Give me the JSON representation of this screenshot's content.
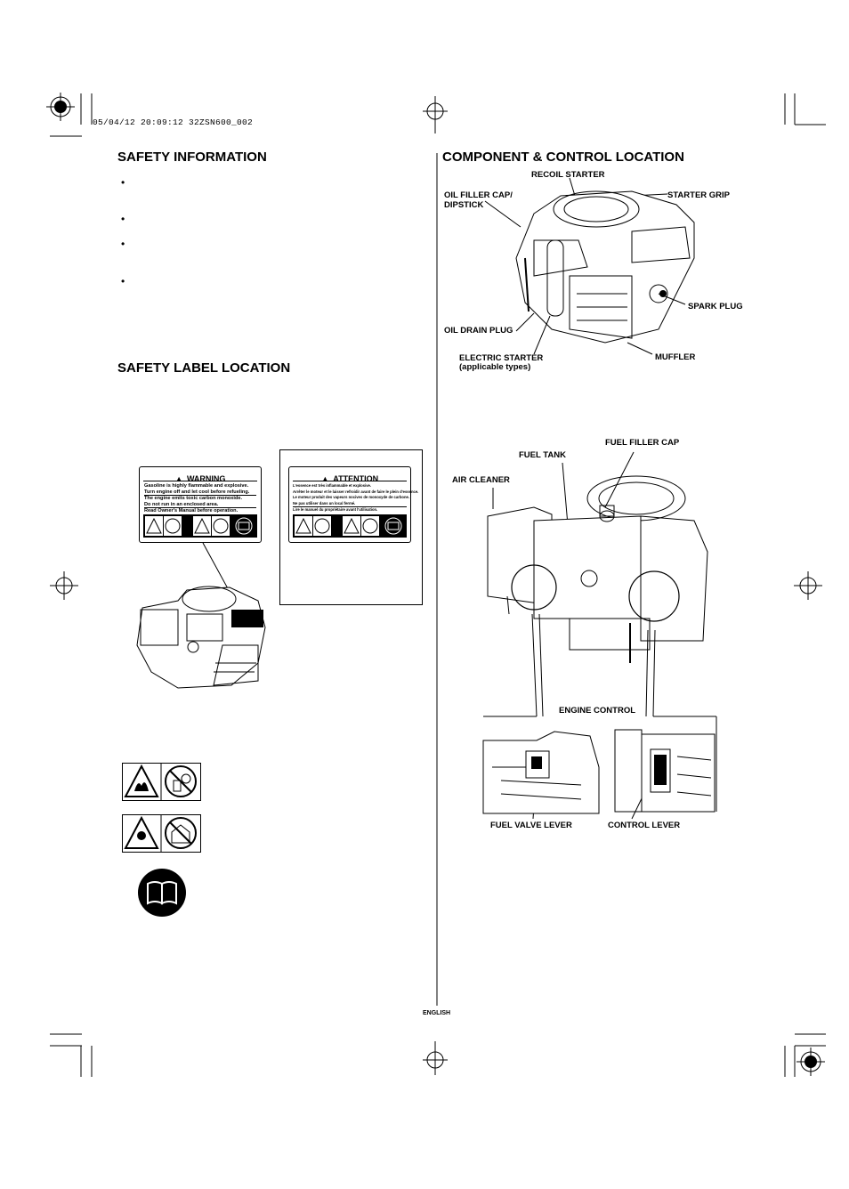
{
  "header": {
    "print_stamp": "05/04/12 20:09:12 32ZSN600_002"
  },
  "left": {
    "safety_info_title": "SAFETY INFORMATION",
    "bullets": [
      "•",
      "•",
      "•",
      "•"
    ],
    "safety_label_title": "SAFETY LABEL LOCATION",
    "warning_label": {
      "title": "WARNING",
      "lines": [
        "Gasoline is highly flammable and explosive.",
        "Turn engine off and let cool before refueling.",
        "The engine emits toxic carbon monoxide.",
        "Do not run in an enclosed area.",
        "Read Owner's Manual before operation."
      ]
    },
    "attention_label": {
      "title": "ATTENTION",
      "lines": [
        "L'essence est très inflammable et explosive.",
        "Arrêter le moteur et le laisser refroidir avant de faire le plein d'essence.",
        "Le moteur produit des vapeurs nocives de monoxyde de carbone.",
        "Ne pas utiliser dans un local fermé.",
        "Lire le manuel du propriétaire avant l'utilisation."
      ]
    }
  },
  "right": {
    "component_title": "COMPONENT & CONTROL LOCATION",
    "top_labels": {
      "recoil_starter": "RECOIL STARTER",
      "oil_filler": "OIL FILLER CAP/",
      "dipstick": "DIPSTICK",
      "starter_grip": "STARTER GRIP",
      "spark_plug": "SPARK PLUG",
      "oil_drain_plug": "OIL DRAIN PLUG",
      "electric_starter": "ELECTRIC STARTER",
      "applicable_types": "(applicable types)",
      "muffler": "MUFFLER"
    },
    "bottom_labels": {
      "fuel_filler_cap": "FUEL FILLER CAP",
      "fuel_tank": "FUEL TANK",
      "air_cleaner": "AIR CLEANER",
      "engine_control": "ENGINE CONTROL",
      "fuel_valve_lever": "FUEL VALVE LEVER",
      "control_lever": "CONTROL LEVER"
    }
  },
  "footer": {
    "language": "ENGLISH"
  }
}
